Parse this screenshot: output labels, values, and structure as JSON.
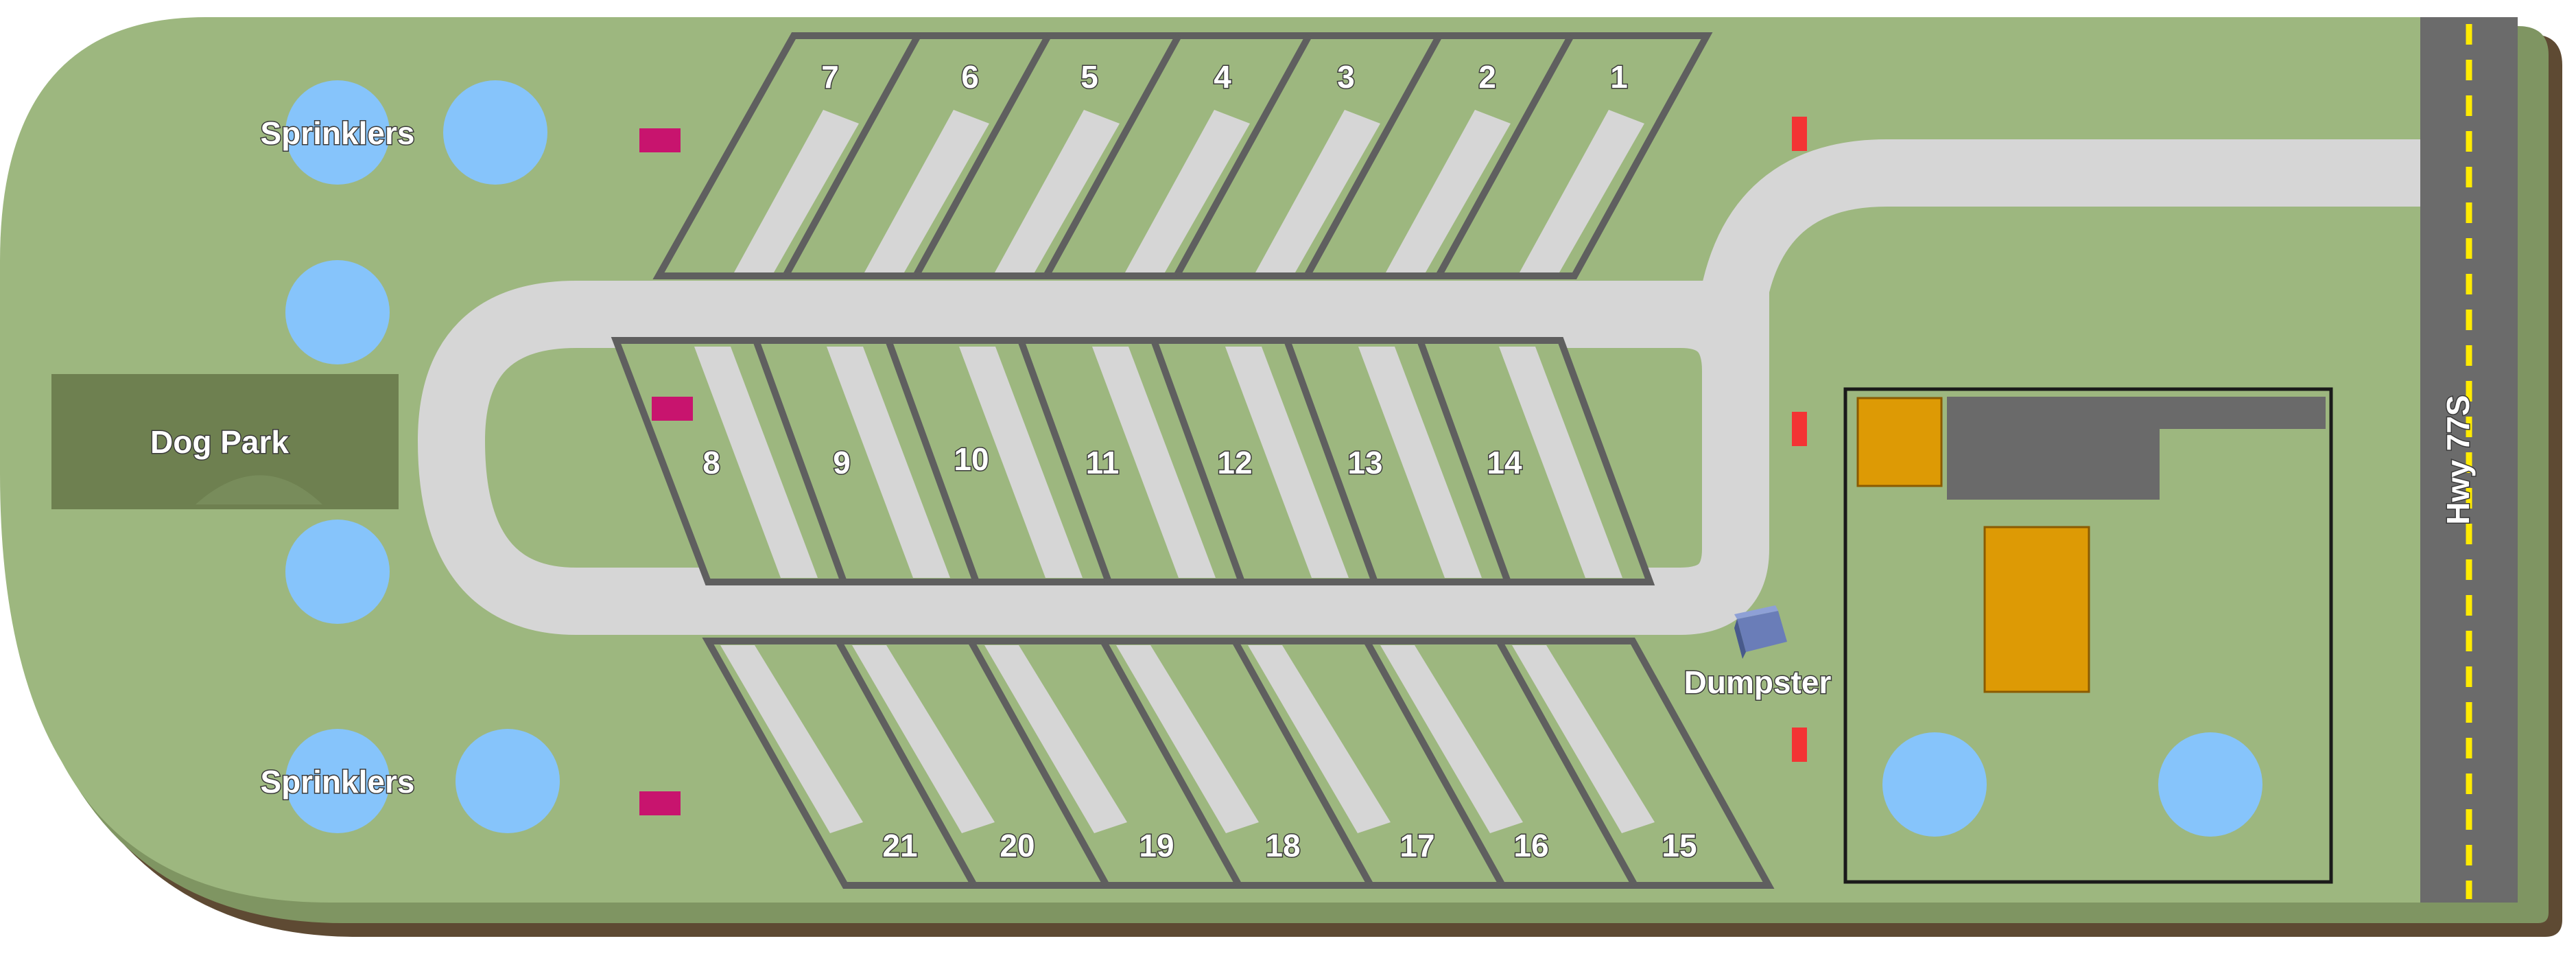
{
  "labels": {
    "sprinklers_top": "Sprinklers",
    "sprinklers_bottom": "Sprinklers",
    "dog_park": "Dog Park",
    "dumpster": "Dumpster",
    "highway": "Hwy 77S"
  },
  "sites": {
    "top_row": [
      "7",
      "6",
      "5",
      "4",
      "3",
      "2",
      "1"
    ],
    "middle_row": [
      "8",
      "9",
      "10",
      "11",
      "12",
      "13",
      "14"
    ],
    "bottom_row": [
      "21",
      "20",
      "19",
      "18",
      "17",
      "16",
      "15"
    ]
  },
  "colors": {
    "grass": "#9db77f",
    "grass_shadow": "#7f9562",
    "ground_edge": "#5e4a33",
    "road": "#d6d6d6",
    "site_outline": "#5f5f5f",
    "sprinkler": "#86c4fb",
    "dog_park": "#6e8050",
    "highway": "#6b6b6b",
    "highway_line": "#ffeb00",
    "marker_magenta": "#c8146e",
    "marker_red": "#f33434",
    "building_orange": "#dd9a05",
    "building_gray": "#6a6a6a"
  },
  "icons": [
    "sprinkler-icon",
    "dumpster-icon",
    "marker-icon"
  ]
}
